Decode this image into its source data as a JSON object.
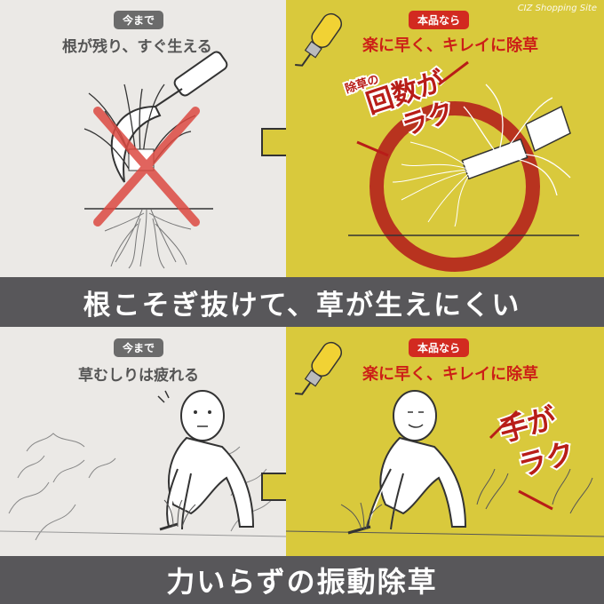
{
  "watermark": "CIZ Shopping Site",
  "top": {
    "before": {
      "badge": "今まで",
      "caption": "根が残り、すぐ生える"
    },
    "after": {
      "badge": "本品なら",
      "caption": "楽に早く、キレイに除草",
      "stamp_small": "除草の",
      "stamp_big1": "回数が",
      "stamp_big2": "ラク"
    },
    "band": "根こそぎ抜けて、草が生えにくい"
  },
  "bottom": {
    "before": {
      "badge": "今まで",
      "caption": "草むしりは疲れる"
    },
    "after": {
      "badge": "本品なら",
      "caption": "楽に早く、キレイに除草",
      "stamp_big1": "手が",
      "stamp_big2": "ラク"
    },
    "band": "力いらずの振動除草"
  },
  "colors": {
    "accent_red": "#d22a20",
    "yellow": "#d9c93c",
    "gray_bg": "#ebe9e6",
    "band": "#58575a"
  }
}
